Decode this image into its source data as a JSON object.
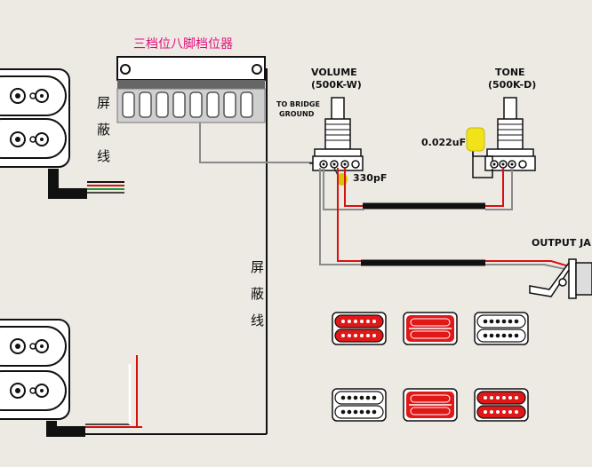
{
  "labels": {
    "switch_title": "三档位八脚档位器",
    "volume_line1": "VOLUME",
    "volume_line2": "(500K-W)",
    "tone_line1": "TONE",
    "tone_line2": "(500K-D)",
    "bridge_ground_line1": "TO BRIDGE",
    "bridge_ground_line2": "GROUND",
    "cap_tone": "0.022uF",
    "cap_volume": "330pF",
    "output_jack": "OUTPUT JA",
    "shield_chars": [
      "屏",
      "蔽",
      "线"
    ]
  },
  "colors": {
    "wire_red": "#d81010",
    "wire_green": "#1e9a3a",
    "wire_black": "#111111",
    "wire_gray": "#8a8a8a",
    "cap_yellow": "#f2e21a",
    "cap_ceramic": "#d8c40e",
    "pickup_red": "#e01818",
    "title_pink": "#e0107a",
    "background": "#edeae4"
  },
  "pickup_variants": {
    "row1": [
      "red-red",
      "red-solid",
      "white-white"
    ],
    "row2": [
      "white-white",
      "red-solid",
      "red-red"
    ]
  }
}
